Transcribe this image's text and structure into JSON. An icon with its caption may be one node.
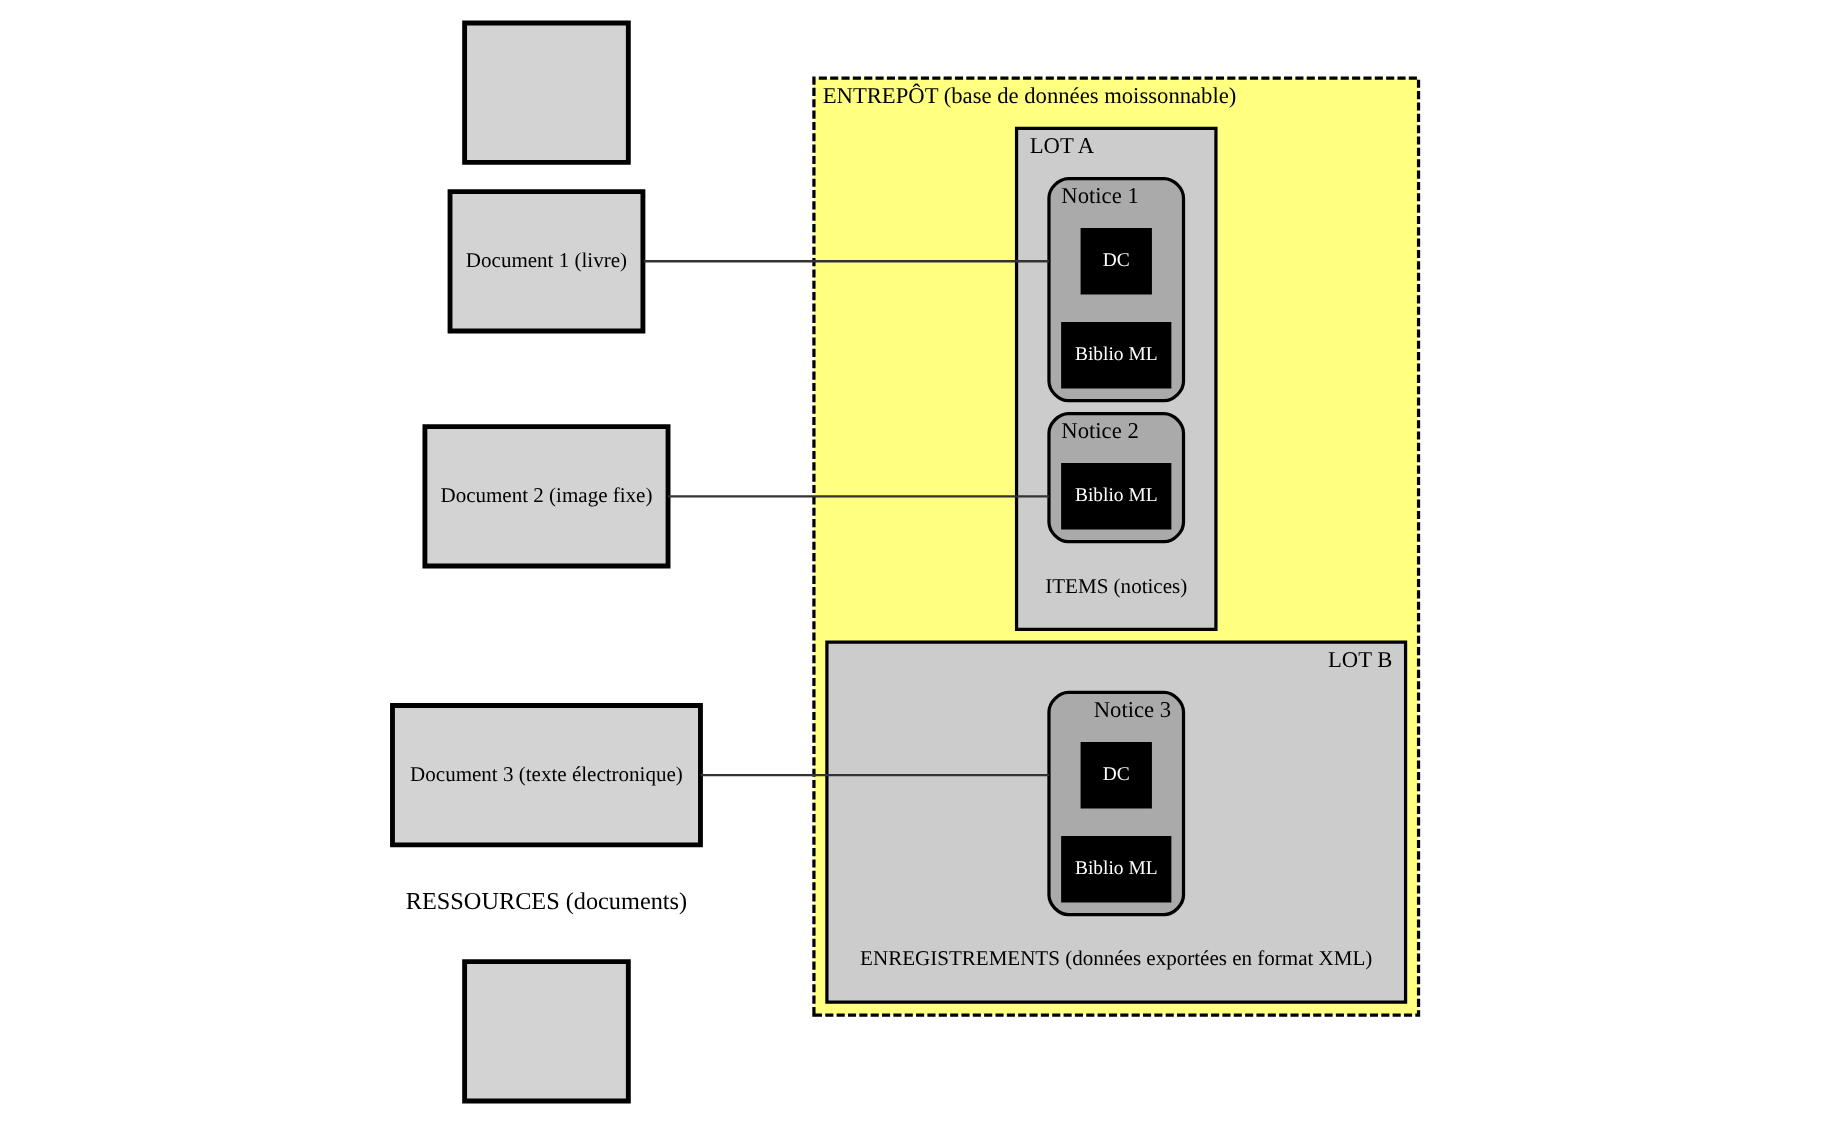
{
  "diagram": {
    "nodes": [
      {
        "text": [],
        "shape": "box"
      },
      {
        "text": [
          "Document 1 (livre)"
        ]
      },
      {
        "text": [
          "Document 2 (image fixe)"
        ]
      },
      {
        "text": [
          "Document 3 (texte électronique)"
        ]
      },
      {
        "text": [],
        "shape": "box"
      },
      {
        "text": [
          "ENTREPÔT (base de données moissonnable)"
        ]
      },
      {
        "text": [
          "LOT A"
        ],
        "in": 5
      },
      {
        "text": [
          "LOT B"
        ],
        "in": 5
      },
      {
        "text": [
          "Notice 1"
        ],
        "in": 6
      },
      {
        "text": [
          "DC"
        ],
        "in": 8
      },
      {
        "text": [
          "Biblio ML"
        ],
        "in": 8
      },
      {
        "text": [
          "Notice 2"
        ],
        "in": 6
      },
      {
        "text": [
          "Biblio ML"
        ],
        "in": 11
      },
      {
        "text": [
          "Notice 3"
        ],
        "in": 7
      },
      {
        "text": [
          "DC"
        ],
        "in": 13
      },
      {
        "text": [
          "Biblio ML"
        ],
        "in": 13
      }
    ],
    "edges": [
      {
        "from": 1,
        "to": 8,
        "arrow": "none"
      },
      {
        "from": 2,
        "to": 11,
        "arrow": "none"
      },
      {
        "from": 3,
        "to": 13,
        "arrow": "none"
      }
    ],
    "labels": [
      "RESSOURCES (documents)",
      "ITEMS (notices)",
      "ENREGISTREMENTS (données exportées en format XML)"
    ]
  }
}
